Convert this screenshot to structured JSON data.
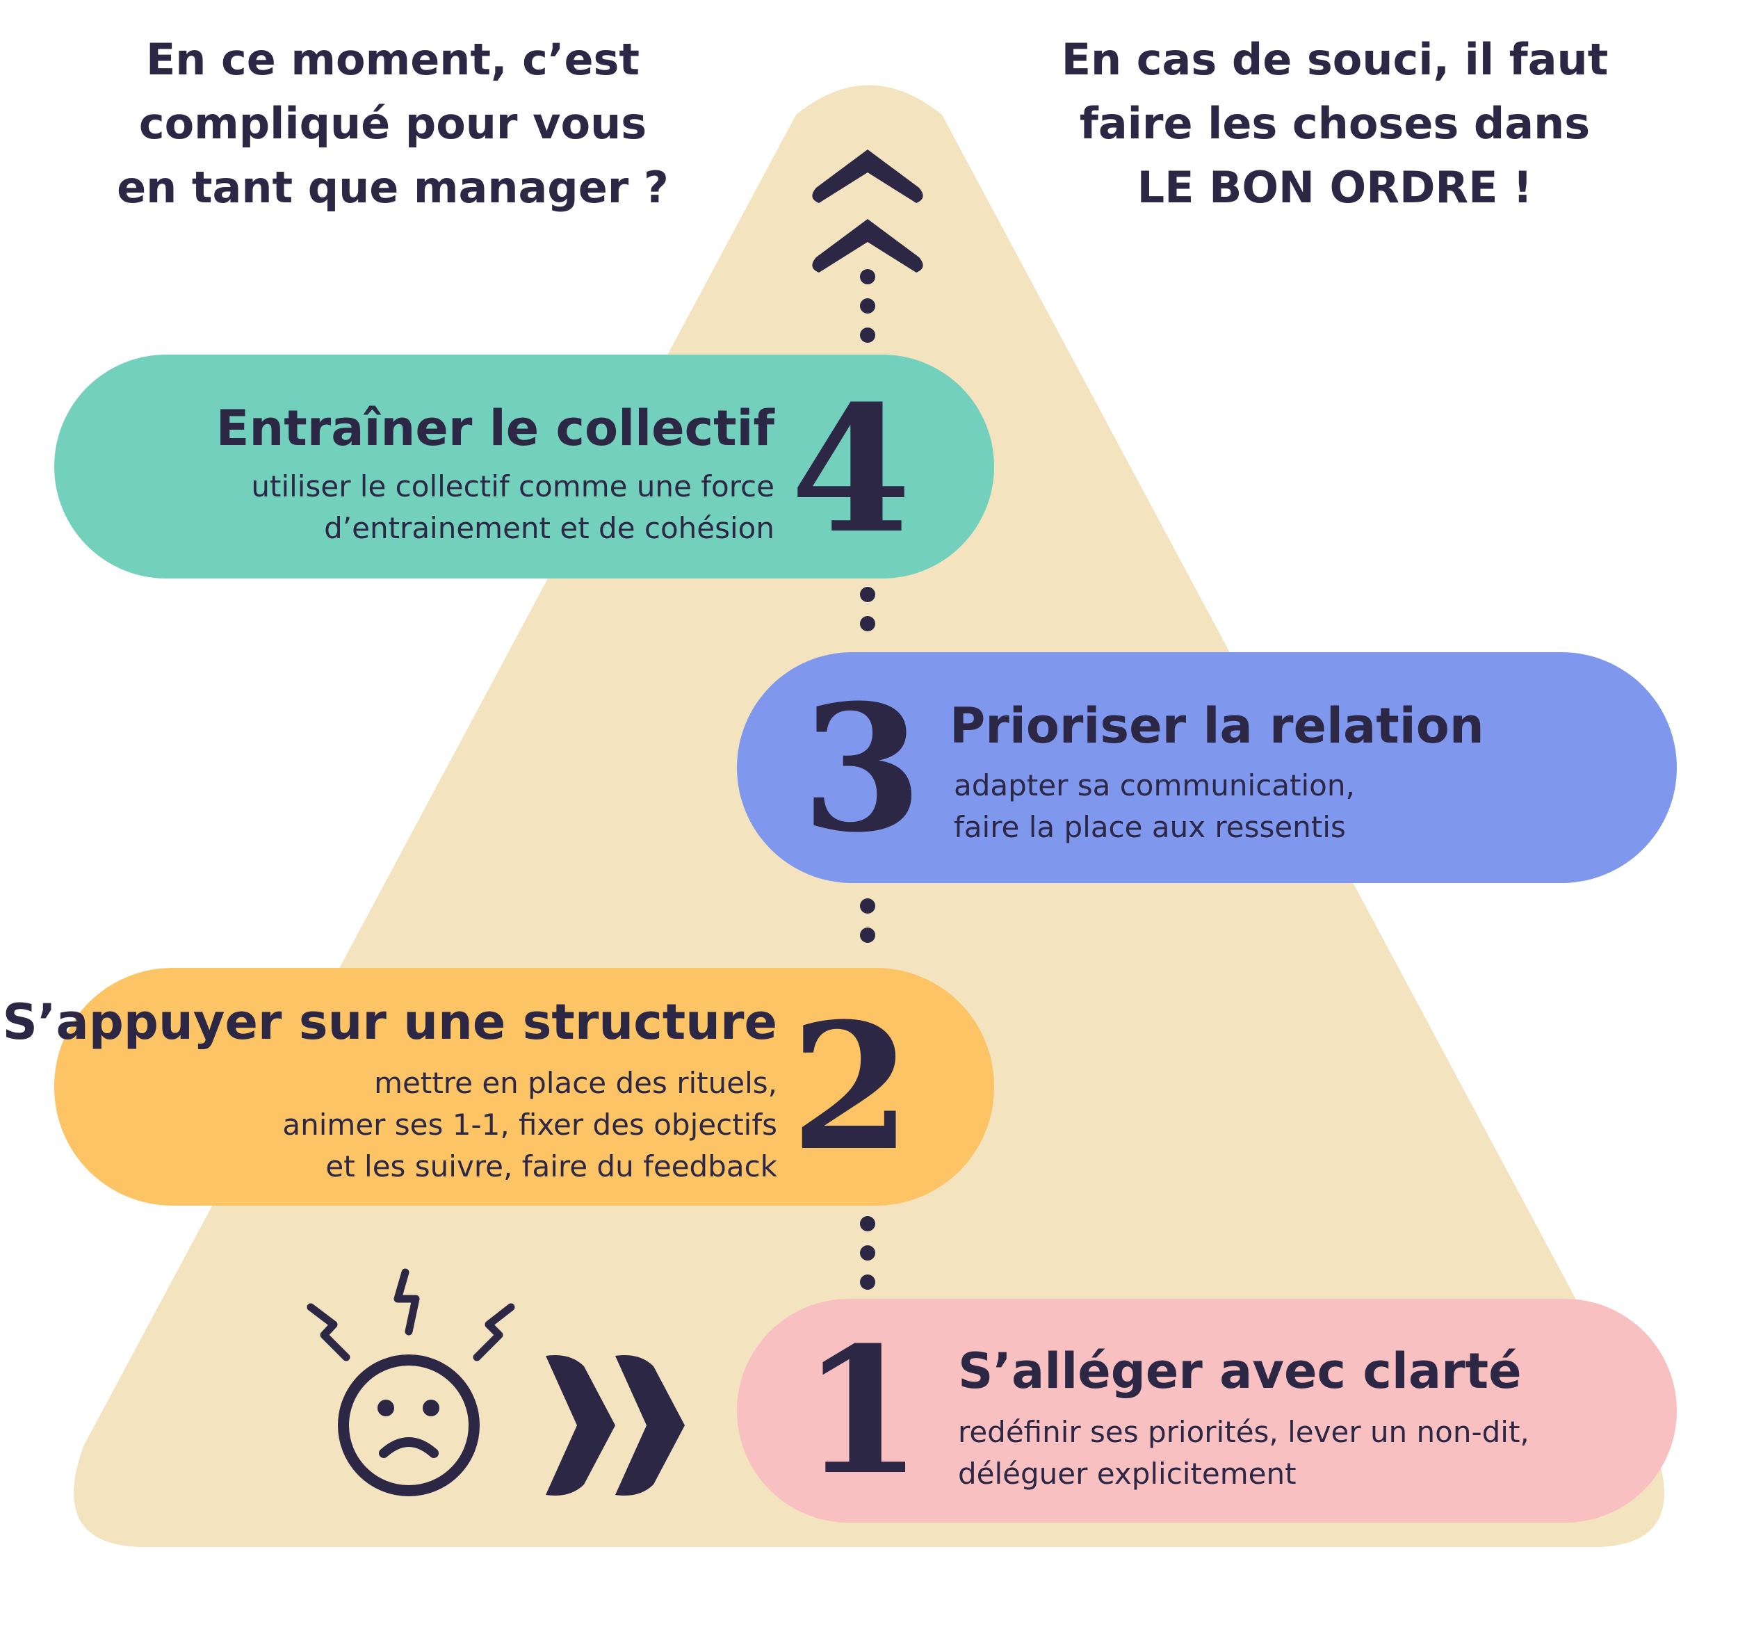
{
  "header": {
    "left_lines": [
      "En ce moment, c’est",
      "compliqué pour vous",
      "en tant que manager ?"
    ],
    "right_lines": [
      "En cas de souci, il faut",
      "faire les choses dans",
      "LE BON ORDRE !"
    ]
  },
  "steps": [
    {
      "number": "4",
      "title": "Entraîner le collectif",
      "desc_lines": [
        "utiliser le collectif comme une force",
        "d’entrainement et de cohésion"
      ],
      "color": "#72d0bd"
    },
    {
      "number": "3",
      "title": "Prioriser la relation",
      "desc_lines": [
        "adapter sa communication,",
        "faire la place aux ressentis"
      ],
      "color": "#7f98ee"
    },
    {
      "number": "2",
      "title": "S’appuyer sur une structure",
      "desc_lines": [
        "mettre en place des rituels,",
        "animer ses 1-1, fixer des objectifs",
        "et les suivre, faire du feedback"
      ],
      "color": "#fdc465"
    },
    {
      "number": "1",
      "title": "S’alléger avec clarté",
      "desc_lines": [
        "redéfinir ses priorités, lever un non-dit,",
        "déléguer explicitement"
      ],
      "color": "#f9c0c1"
    }
  ],
  "colors": {
    "pyramid": "#f3e3bf",
    "ink": "#2b2745"
  },
  "icons": [
    "stressed-face-icon",
    "lightning-icon",
    "double-chevron-right-icon",
    "double-chevron-up-icon"
  ]
}
